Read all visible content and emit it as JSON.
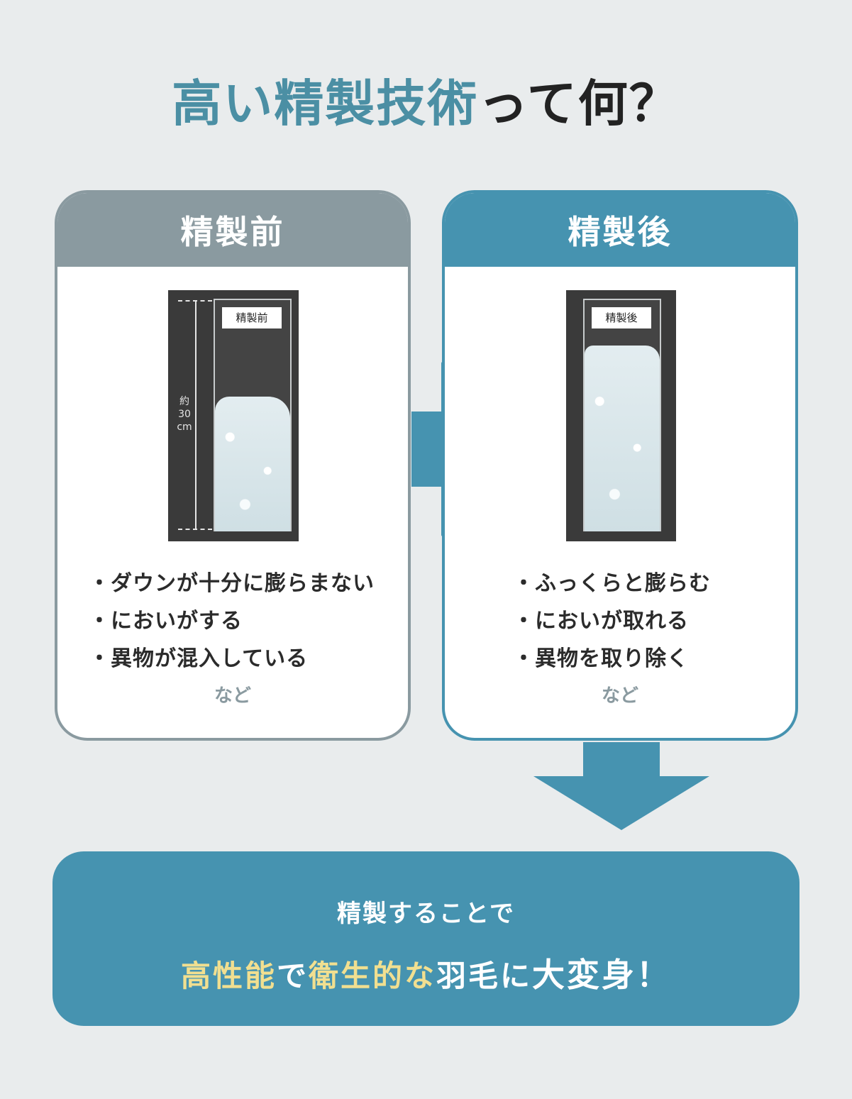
{
  "title": {
    "accent": "高い精製技術",
    "rest": "って何？"
  },
  "before": {
    "header": "精製前",
    "photo_label": "精製前",
    "measure_label": "約\n30\ncm",
    "items": [
      "ダウンが十分に膨らまない",
      "においがする",
      "異物が混入している"
    ],
    "etc": "など"
  },
  "after": {
    "header": "精製後",
    "photo_label": "精製後",
    "items": [
      "ふっくらと膨らむ",
      "においが取れる",
      "異物を取り除く"
    ],
    "etc": "など"
  },
  "result": {
    "line1": "精製することで",
    "line2": {
      "a": "高性能",
      "b": "で",
      "c": "衛生的な",
      "d": "羽毛に",
      "e": "大変身！"
    }
  },
  "colors": {
    "accent": "#4b8fa4",
    "before_gray": "#8a9aa0",
    "after_blue": "#4693b0",
    "highlight_yellow": "#f1df90",
    "background": "#e9eced"
  }
}
